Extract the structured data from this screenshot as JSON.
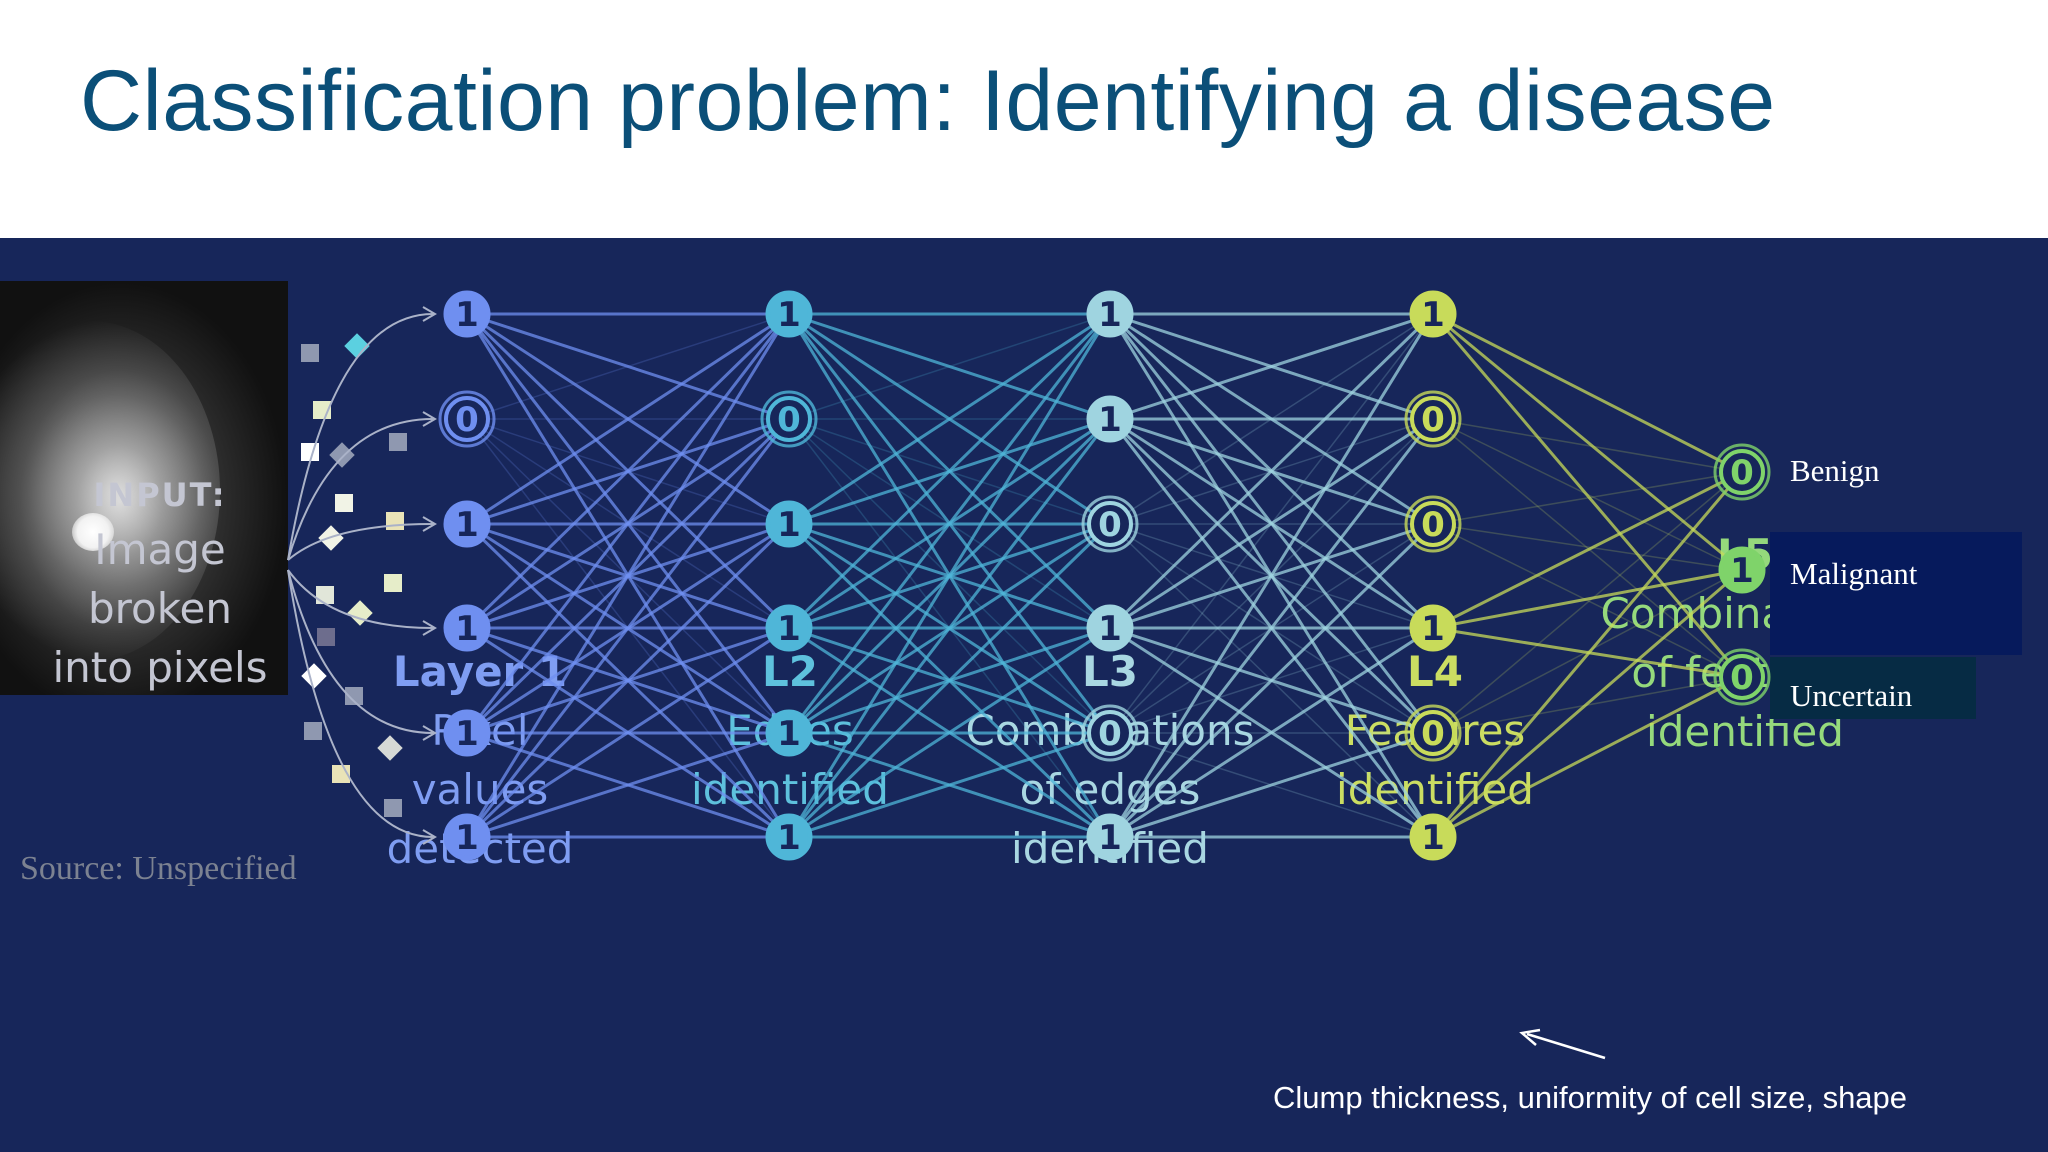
{
  "slide": {
    "title": "Classification problem: Identifying a disease",
    "source": "Source: Unspecified",
    "features_note": "Clump thickness, uniformity of cell size, shape"
  },
  "input_label": {
    "head": "INPUT:",
    "lines": [
      "Image",
      "broken",
      "into pixels"
    ]
  },
  "layers": [
    {
      "head": "Layer 1",
      "lines": [
        "Pixel",
        "values",
        "detected"
      ],
      "nodes": [
        1,
        0,
        1,
        1,
        1,
        1
      ],
      "color": "#6f8ff0"
    },
    {
      "head": "L2",
      "lines": [
        "Edges",
        "identified"
      ],
      "nodes": [
        1,
        0,
        1,
        1,
        1,
        1
      ],
      "color": "#4fb6d8"
    },
    {
      "head": "L3",
      "lines": [
        "Combinations",
        "of edges",
        "identified"
      ],
      "nodes": [
        1,
        1,
        0,
        1,
        0,
        1
      ],
      "color": "#9fd4e0"
    },
    {
      "head": "L4",
      "lines": [
        "Features",
        "identified"
      ],
      "nodes": [
        1,
        0,
        0,
        1,
        0,
        1
      ],
      "color": "#c8db5a"
    },
    {
      "head": "L5",
      "lines": [
        "Combinations",
        "of features",
        "identified"
      ],
      "nodes": [
        0,
        1,
        0
      ],
      "color": "#7fd36a"
    }
  ],
  "outputs": [
    "Benign",
    "Malignant",
    "Uncertain"
  ],
  "colors": {
    "title": "#0b4f78",
    "panel": "#17265a",
    "malignant_box": "#061a5c",
    "uncertain_box": "#062b44"
  }
}
